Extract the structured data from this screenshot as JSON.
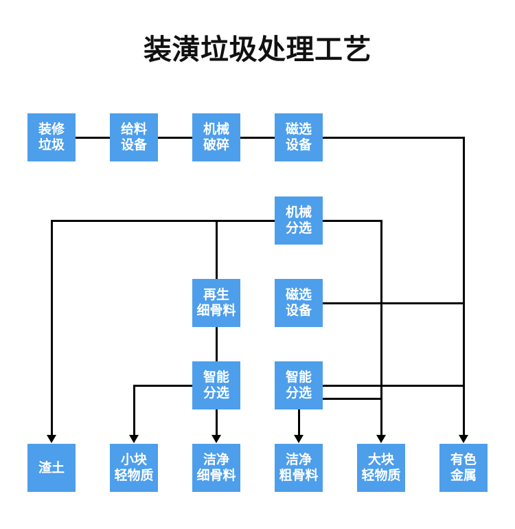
{
  "title": "装潢垃圾处理工艺",
  "colors": {
    "box_blue": "#4D9EEB",
    "box_text": "#FFFFFF",
    "line_black": "#000000",
    "title_black": "#111111",
    "background": "#FFFFFF"
  },
  "nodes": {
    "renovation_waste": {
      "label": "装修\n垃圾"
    },
    "feeding_equipment": {
      "label": "给料\n设备"
    },
    "mechanical_crushing": {
      "label": "机械\n破碎"
    },
    "magnetic_separation_1": {
      "label": "磁选\n设备"
    },
    "mechanical_sorting": {
      "label": "机械\n分选"
    },
    "recycled_fine_aggregate": {
      "label": "再生\n细骨料"
    },
    "magnetic_separation_2": {
      "label": "磁选\n设备"
    },
    "intelligent_sorting_left": {
      "label": "智能\n分选"
    },
    "intelligent_sorting_right": {
      "label": "智能\n分选"
    },
    "slag_soil": {
      "label": "渣土"
    },
    "small_light_material": {
      "label": "小块\n轻物质"
    },
    "clean_fine_aggregate": {
      "label": "洁净\n细骨料"
    },
    "clean_coarse_aggregate": {
      "label": "洁净\n粗骨料"
    },
    "large_light_material": {
      "label": "大块\n轻物质"
    },
    "nonferrous_metal": {
      "label": "有色\n金属"
    }
  }
}
